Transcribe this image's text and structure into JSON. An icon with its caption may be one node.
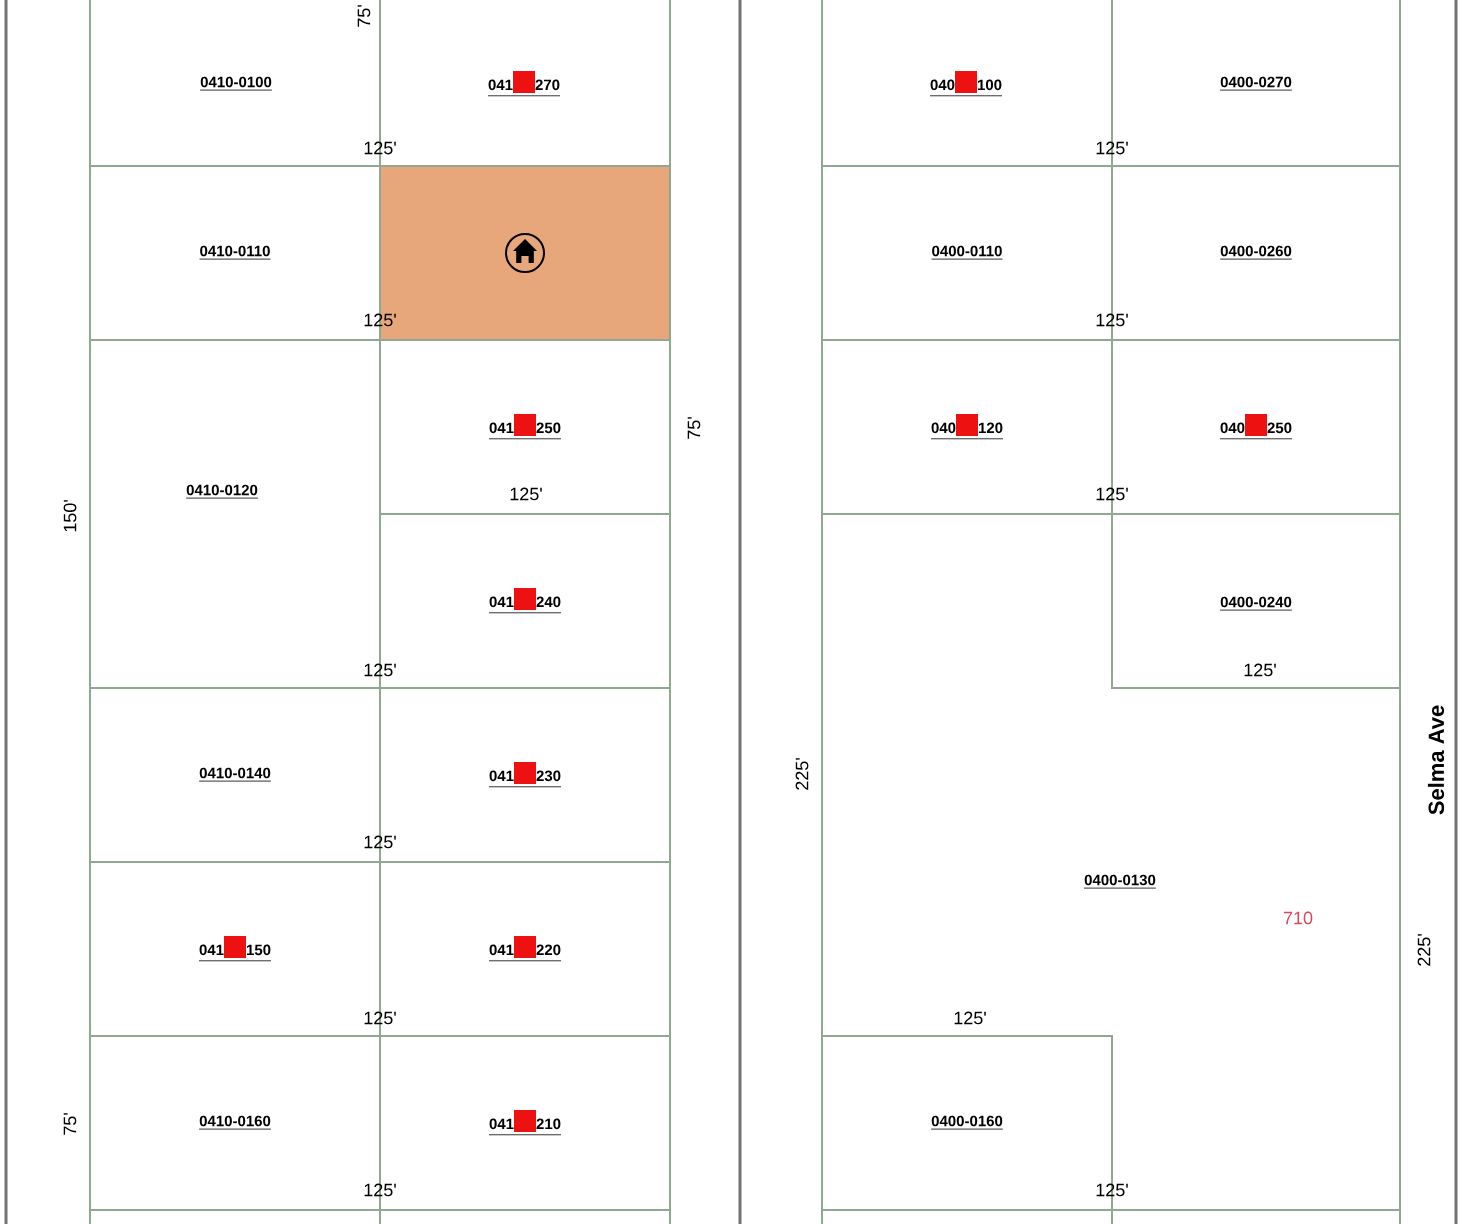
{
  "diagram": {
    "nodes": [
      {
        "text": [
          "0410-0100"
        ]
      },
      {
        "text": [
          "041",
          "270"
        ]
      },
      {
        "text": [
          "0410-0110"
        ]
      },
      {
        "text": [],
        "shape": "box"
      },
      {
        "text": [
          "0410-0120"
        ]
      },
      {
        "text": [
          "041",
          "250"
        ]
      },
      {
        "text": [
          "041",
          "240"
        ]
      },
      {
        "text": [
          "0410-0140"
        ]
      },
      {
        "text": [
          "041",
          "230"
        ]
      },
      {
        "text": [
          "041",
          "150"
        ]
      },
      {
        "text": [
          "041",
          "220"
        ]
      },
      {
        "text": [
          "0410-0160"
        ]
      },
      {
        "text": [
          "041",
          "210"
        ]
      },
      {
        "text": [
          "040",
          "100"
        ]
      },
      {
        "text": [
          "0400-0270"
        ]
      },
      {
        "text": [
          "0400-0110"
        ]
      },
      {
        "text": [
          "0400-0260"
        ]
      },
      {
        "text": [
          "040",
          "120"
        ]
      },
      {
        "text": [
          "040",
          "250"
        ]
      },
      {
        "text": [
          "0400-0240"
        ]
      },
      {
        "text": [
          "0400-0130"
        ]
      },
      {
        "text": [
          "0400-0160"
        ]
      }
    ],
    "labels": [
      "75'",
      "125'",
      "125'",
      "125'",
      "125'",
      "75'",
      "125'",
      "125'",
      "150'",
      "125'",
      "125'",
      "Selma Ave",
      "225'",
      "125'",
      "710",
      "225'",
      "125'",
      "125'",
      "75'",
      "125'",
      "125'"
    ]
  }
}
